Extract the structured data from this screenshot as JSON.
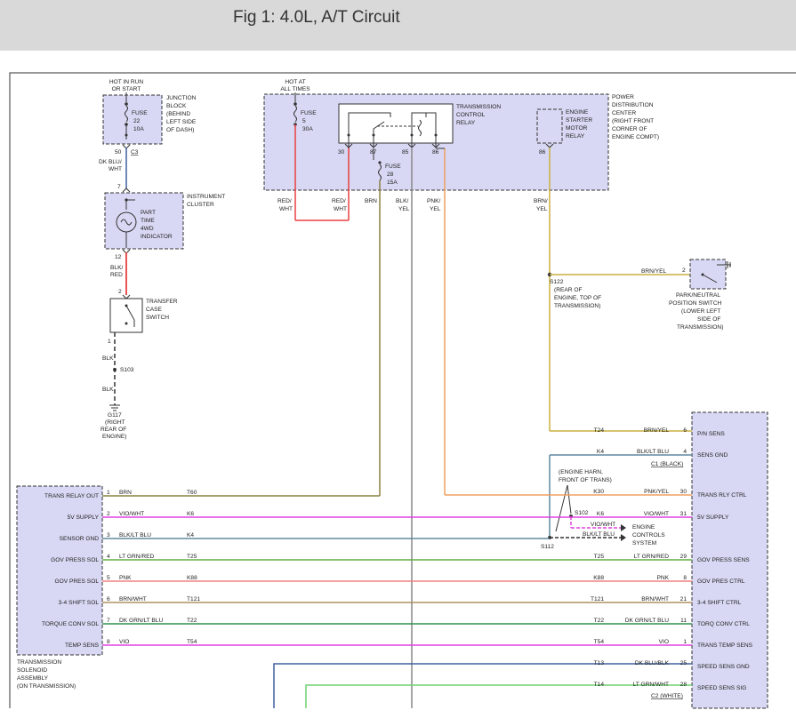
{
  "title": "Fig 1: 4.0L, A/T Circuit",
  "colors": {
    "box_fill": "#d8d8f4",
    "red": "#e84040",
    "magenta": "#e040e0",
    "orange": "#f0a060",
    "olive": "#a0a060",
    "green": "#60c060",
    "tan": "#b09060",
    "brown": "#b0a070",
    "steel": "#6088a0",
    "navy": "#4060a0",
    "lightgreen": "#70d070",
    "yellow": "#d0c040"
  },
  "left": {
    "hot_run_start": [
      "HOT IN RUN",
      "OR START"
    ],
    "junction_block": [
      "JUNCTION",
      "BLOCK",
      "(BEHIND",
      "LEFT SIDE",
      "OF DASH)"
    ],
    "fuse22": [
      "FUSE",
      "22",
      "10A"
    ],
    "c3": "C3",
    "pin50": "50",
    "dk_blu_wht": [
      "DK BLU/",
      "WHT"
    ],
    "pin7": "7",
    "instrument_cluster": [
      "INSTRUMENT",
      "CLUSTER"
    ],
    "part_time": [
      "PART",
      "TIME",
      "4WD",
      "INDICATOR"
    ],
    "pin12": "12",
    "blk_red": [
      "BLK/",
      "RED"
    ],
    "pin2": "2",
    "transfer_case": [
      "TRANSFER",
      "CASE",
      "SWITCH"
    ],
    "pin1": "1",
    "blk": "BLK",
    "s103": "S103",
    "blk2": "BLK",
    "g117": [
      "G117",
      "(RIGHT",
      "REAR OF",
      "ENGINE)"
    ]
  },
  "pdc": {
    "hot_all_times": [
      "HOT AT",
      "ALL TIMES"
    ],
    "fuse5": [
      "FUSE",
      "5",
      "30A"
    ],
    "tcr": [
      "TRANSMISSION",
      "CONTROL",
      "RELAY"
    ],
    "pdc_label": [
      "POWER",
      "DISTRIBUTION",
      "CENTER",
      "(RIGHT FRONT",
      "CORNER OF",
      "ENGINE COMPT)"
    ],
    "esmr": [
      "ENGINE",
      "STARTER",
      "MOTOR",
      "RELAY"
    ],
    "pins": [
      "30",
      "87",
      "85",
      "86",
      "86"
    ],
    "fuse28": [
      "FUSE",
      "28",
      "15A"
    ],
    "red_wht1": [
      "RED/",
      "WHT"
    ],
    "red_wht2": [
      "RED/",
      "WHT"
    ],
    "brn": "BRN",
    "blk_yel": [
      "BLK/",
      "YEL"
    ],
    "pnk_yel": [
      "PNK/",
      "YEL"
    ],
    "brn_yel": [
      "BRN/",
      "YEL"
    ]
  },
  "right": {
    "s122": [
      "S122",
      "(REAR OF",
      "ENGINE, TOP OF",
      "TRANSMISSION)"
    ],
    "brn_yel": "BRN/YEL",
    "pin2": "2",
    "pn_switch": [
      "PARK/NEUTRAL",
      "POSITION SWITCH",
      "(LOWER LEFT",
      "SIDE OF",
      "TRANSMISSION)"
    ],
    "engine_harn": [
      "(ENGINE HARN,",
      "FRONT OF TRANS)"
    ],
    "s102": "S102",
    "s112": "S112",
    "vio_wht": "VIO/WHT",
    "blk_lt_blu": "BLK/LT BLU",
    "ecs": [
      "ENGINE",
      "CONTROLS",
      "SYSTEM"
    ],
    "c1": "C1 (BLACK)",
    "c2": "C2 (WHITE)"
  },
  "solenoid": {
    "label": [
      "TRANSMISSION",
      "SOLENOID",
      "ASSEMBLY",
      "(ON TRANSMISSION)"
    ],
    "pins": [
      {
        "name": "TRANS RELAY OUT",
        "pin": "1",
        "wire": "BRN",
        "circuit": "T60"
      },
      {
        "name": "5V SUPPLY",
        "pin": "2",
        "wire": "VIO/WHT",
        "circuit": "K6"
      },
      {
        "name": "SENSOR GND",
        "pin": "3",
        "wire": "BLK/LT BLU",
        "circuit": "K4"
      },
      {
        "name": "GOV PRESS SOL",
        "pin": "4",
        "wire": "LT GRN/RED",
        "circuit": "T25"
      },
      {
        "name": "GOV PRES SOL",
        "pin": "5",
        "wire": "PNK",
        "circuit": "K88"
      },
      {
        "name": "3-4 SHIFT SOL",
        "pin": "6",
        "wire": "BRN/WHT",
        "circuit": "T121"
      },
      {
        "name": "TORQUE CONV SOL",
        "pin": "7",
        "wire": "DK GRN/LT BLU",
        "circuit": "T22"
      },
      {
        "name": "TEMP SENS",
        "pin": "8",
        "wire": "VIO",
        "circuit": "T54"
      }
    ]
  },
  "pcm": {
    "pins": [
      {
        "name": "P/N SENS",
        "pin": "6",
        "wire": "BRN/YEL",
        "circuit": "T24"
      },
      {
        "name": "SENS GND",
        "pin": "4",
        "wire": "BLK/LT BLU",
        "circuit": "K4"
      },
      {
        "name": "TRANS RLY CTRL",
        "pin": "30",
        "wire": "PNK/YEL",
        "circuit": "K30"
      },
      {
        "name": "5V SUPPLY",
        "pin": "31",
        "wire": "VIO/WHT",
        "circuit": "K6"
      },
      {
        "name": "GOV PRESS SENS",
        "pin": "29",
        "wire": "LT GRN/RED",
        "circuit": "T25"
      },
      {
        "name": "GOV PRES CTRL",
        "pin": "8",
        "wire": "PNK",
        "circuit": "K88"
      },
      {
        "name": "3-4 SHIFT CTRL",
        "pin": "21",
        "wire": "BRN/WHT",
        "circuit": "T121"
      },
      {
        "name": "TORQ CONV CTRL",
        "pin": "11",
        "wire": "DK GRN/LT BLU",
        "circuit": "T22"
      },
      {
        "name": "TRANS TEMP SENS",
        "pin": "1",
        "wire": "VIO",
        "circuit": "T54"
      },
      {
        "name": "SPEED SENS GND",
        "pin": "25",
        "wire": "DK BLU/BLK",
        "circuit": "T13"
      },
      {
        "name": "SPEED SENS SIG",
        "pin": "28",
        "wire": "LT GRN/WHT",
        "circuit": "T14"
      }
    ]
  }
}
